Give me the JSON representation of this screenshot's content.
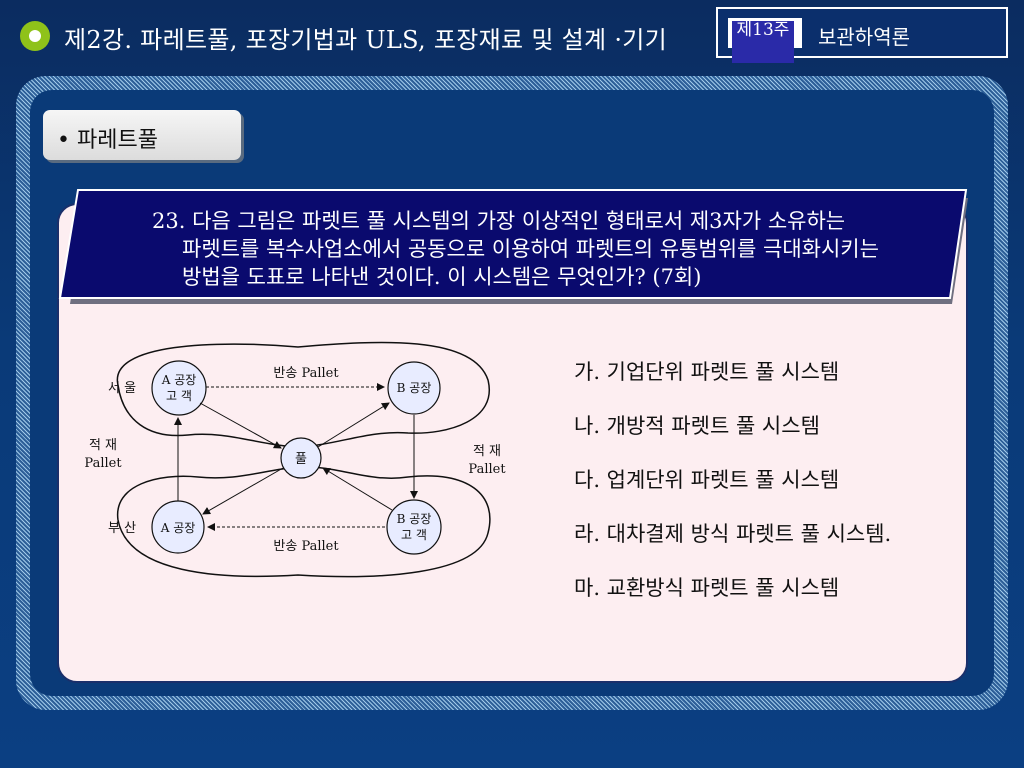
{
  "header": {
    "title": "제2강. 파레트풀, 포장기법과 ULS, 포장재료 및 설계 ·기기",
    "week_label": "제13주",
    "week_title": "보관하역론"
  },
  "section": {
    "tab_label": "• 파레트풀"
  },
  "question": {
    "lines": [
      "23. 다음 그림은 파렛트 풀 시스템의 가장 이상적인 형태로서 제3자가 소유하는",
      "파렛트를 복수사업소에서 공동으로 이용하여 파렛트의 유통범위를 극대화시키는",
      "방법을 도표로 나타낸 것이다. 이 시스템은 무엇인가? (7회)"
    ]
  },
  "answers": [
    "가. 기업단위 파렛트 풀 시스템",
    "나. 개방적 파렛트 풀 시스템",
    "다. 업계단위 파렛트 풀 시스템",
    "라. 대차결제 방식 파렛트 풀 시스템.",
    "마. 교환방식 파렛트 풀 시스템"
  ],
  "diagram": {
    "seoul": "서 울",
    "busan": "부 산",
    "a_factory_customer_1": "A 공장",
    "a_factory_customer_2": "고   객",
    "b_factory": "B 공장",
    "pool": "풀",
    "a_factory": "A 공장",
    "b_factory_customer_1": "B 공장",
    "b_factory_customer_2": "고   객",
    "return_pallet_top": "반송 Pallet",
    "return_pallet_bottom": "반송 Pallet",
    "loaded_pallet_left_1": "적 재",
    "loaded_pallet_left_2": "Pallet",
    "loaded_pallet_right_1": "적 재",
    "loaded_pallet_right_2": "Pallet"
  },
  "colors": {
    "accent_green": "#8fc21a",
    "banner_navy": "#0a0a6e",
    "content_pink": "#fdeef1",
    "background_blue": "#0a3a78"
  }
}
